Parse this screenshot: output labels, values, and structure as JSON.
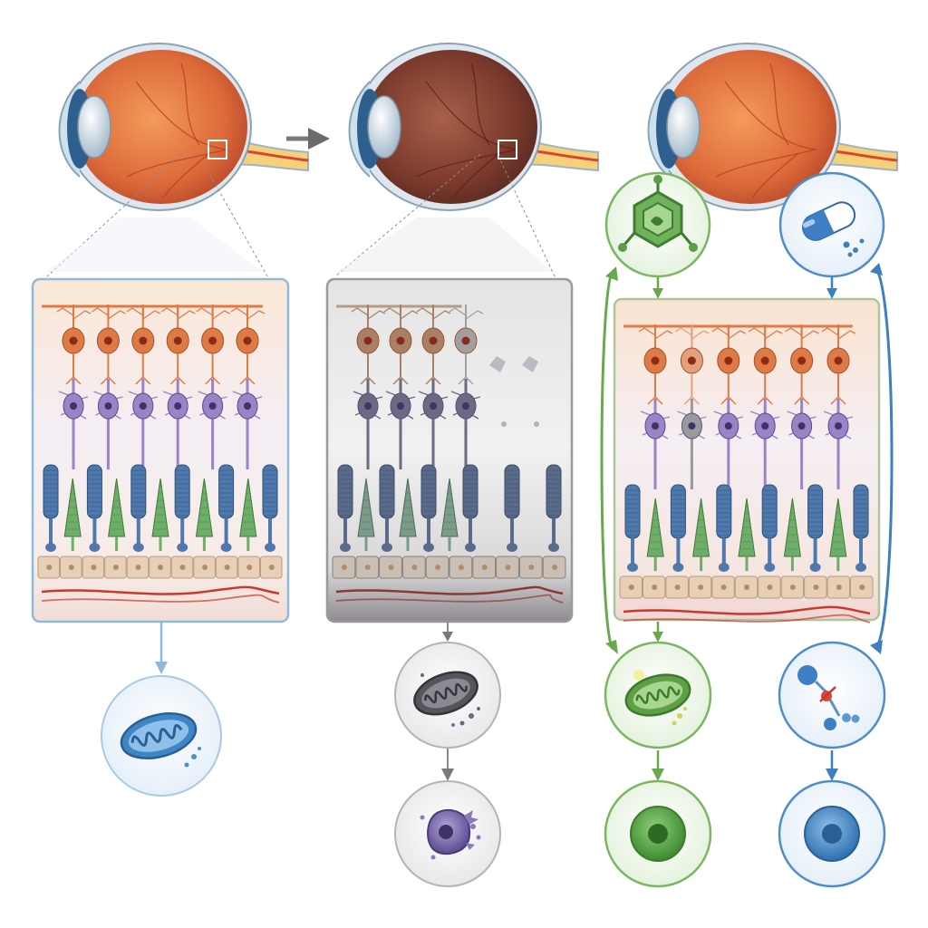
{
  "colors": {
    "background": "#ffffff",
    "healthy_panel_border": "#8fb9d8",
    "degenerated_panel_border": "#9a9a9a",
    "treated_panel_border": "#a9c79a",
    "ganglion_cell": "#e07a45",
    "bipolar_cell": "#9a83c6",
    "rod_photoreceptor": "#4f79ad",
    "cone_photoreceptor": "#6fae6a",
    "rpe_cell": "#e8d0b6",
    "choroid_vessel": "#c7392f",
    "degenerated_gray": "#7f8087",
    "green_pathway": "#6aa84f",
    "blue_pathway": "#3d7fbf",
    "arrow_gray": "#6b6b6b",
    "mitochondrion_healthy": "#3f86c7",
    "mitochondrion_damaged": "#5a5a60",
    "mitochondrion_restored": "#5f9f45",
    "apoptotic_cell": "#7a6aa8",
    "rescued_cell_green": "#4e9a3e",
    "rescued_cell_blue": "#3b7fc0"
  },
  "stages": [
    {
      "id": "healthy",
      "eye_icon": "eye-icon",
      "cells": [
        {
          "icon": "mitochondrion-icon"
        }
      ]
    },
    {
      "id": "degenerated",
      "eye_icon": "eye-icon",
      "cells": [
        {
          "icon": "damaged-mitochondrion-icon"
        },
        {
          "icon": "apoptotic-cell-icon"
        }
      ]
    },
    {
      "id": "treated",
      "eye_icon": "eye-icon",
      "therapies": [
        {
          "icon": "antioxidant-molecule-icon"
        },
        {
          "icon": "drug-capsule-icon"
        }
      ],
      "cells": [
        {
          "icon": "restored-mitochondrion-icon"
        },
        {
          "icon": "molecular-interaction-icon"
        },
        {
          "icon": "rescued-cell-icon"
        }
      ]
    }
  ]
}
